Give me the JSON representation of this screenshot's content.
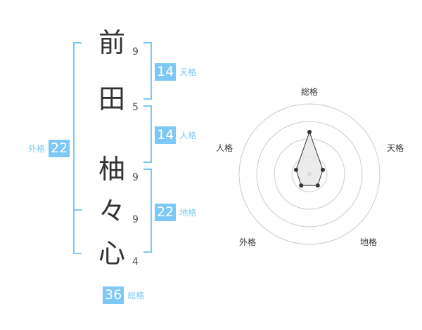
{
  "name": {
    "chars": [
      {
        "char": "前",
        "strokes": "9"
      },
      {
        "char": "田",
        "strokes": "5"
      },
      {
        "char": "柚",
        "strokes": "9"
      },
      {
        "char": "々",
        "strokes": "9"
      },
      {
        "char": "心",
        "strokes": "4"
      }
    ]
  },
  "fortune": {
    "tenkaku": {
      "value": "14",
      "label": "天格"
    },
    "jinkaku": {
      "value": "14",
      "label": "人格"
    },
    "chikaku": {
      "value": "22",
      "label": "地格"
    },
    "gaikaku": {
      "value": "22",
      "label": "外格"
    },
    "soukaku": {
      "value": "36",
      "label": "総格"
    }
  },
  "chart_data": {
    "type": "radar",
    "axes": [
      "総格",
      "天格",
      "地格",
      "外格",
      "人格"
    ],
    "values": [
      3,
      1,
      1,
      1,
      1
    ],
    "rmax": 5,
    "grid": true,
    "colors": {
      "accent": "#7dc8f5",
      "line": "#333333",
      "fill": "#e6e6e6",
      "grid": "#cccccc"
    }
  }
}
